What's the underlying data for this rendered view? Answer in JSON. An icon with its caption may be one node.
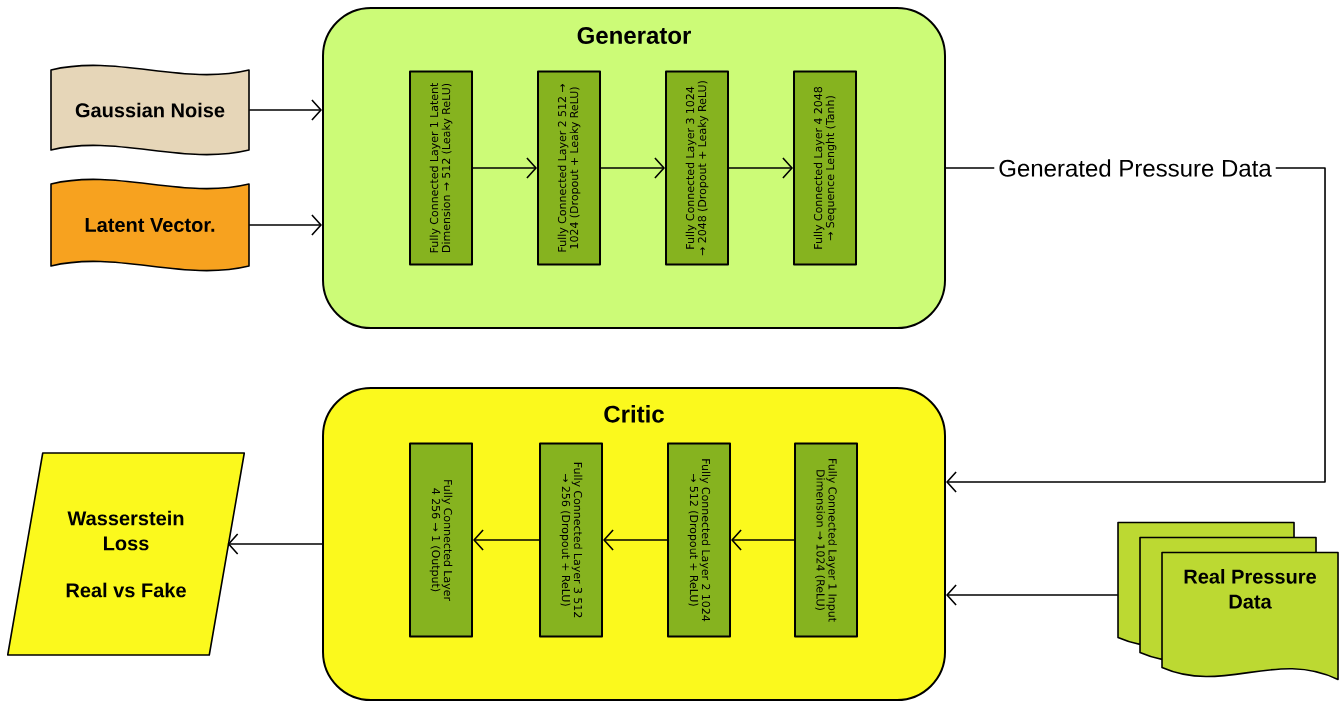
{
  "diagram": {
    "nodes": [
      {
        "text": [
          "Gaussian Noise"
        ]
      },
      {
        "text": [
          "Latent Vector."
        ]
      },
      {
        "text": [
          "Generator"
        ]
      },
      {
        "text": [
          "Fully Connected Layer 1 Latent Dimension → 512 (Leaky ReLU)"
        ],
        "in": 2
      },
      {
        "text": [
          "Fully Connected Layer 2 512 → 1024 (Dropout + Leaky ReLU)"
        ],
        "in": 2
      },
      {
        "text": [
          "Fully Connected Layer 3 1024 → 2048 (Dropout + Leaky ReLU)"
        ],
        "in": 2
      },
      {
        "text": [
          "Fully Connected Layer 4 2048 → Sequence Lenght (Tanh)"
        ],
        "in": 2
      },
      {
        "text": [
          "Critic"
        ]
      },
      {
        "text": [
          "Fully Connected Layer 4 256 → 1 (Output)"
        ],
        "in": 7
      },
      {
        "text": [
          "Fully Connected Layer 3 512 → 256 (Dropout + ReLU)"
        ],
        "in": 7
      },
      {
        "text": [
          "Fully Connected Layer 2 1024 → 512 (Dropout + ReLU)"
        ],
        "in": 7
      },
      {
        "text": [
          "Fully Connected Layer 1 Input Dimension → 1024 (ReLU)"
        ],
        "in": 7
      },
      {
        "text": [
          "Wasserstein Loss",
          "Real vs Fake"
        ]
      },
      {
        "text": [
          "Real Pressure Data"
        ]
      }
    ],
    "edges": [
      {
        "from": 0,
        "to": 2,
        "arrow": "to"
      },
      {
        "from": 1,
        "to": 2,
        "arrow": "to"
      },
      {
        "from": 3,
        "to": 4,
        "arrow": "to"
      },
      {
        "from": 4,
        "to": 5,
        "arrow": "to"
      },
      {
        "from": 5,
        "to": 6,
        "arrow": "to"
      },
      {
        "from": 2,
        "to": 7,
        "arrow": "to",
        "label": "Generated Pressure Data"
      },
      {
        "from": 11,
        "to": 10,
        "arrow": "to"
      },
      {
        "from": 10,
        "to": 9,
        "arrow": "to"
      },
      {
        "from": 9,
        "to": 8,
        "arrow": "to"
      },
      {
        "from": 7,
        "to": 12,
        "arrow": "to"
      },
      {
        "from": 13,
        "to": 7,
        "arrow": "to"
      }
    ]
  }
}
